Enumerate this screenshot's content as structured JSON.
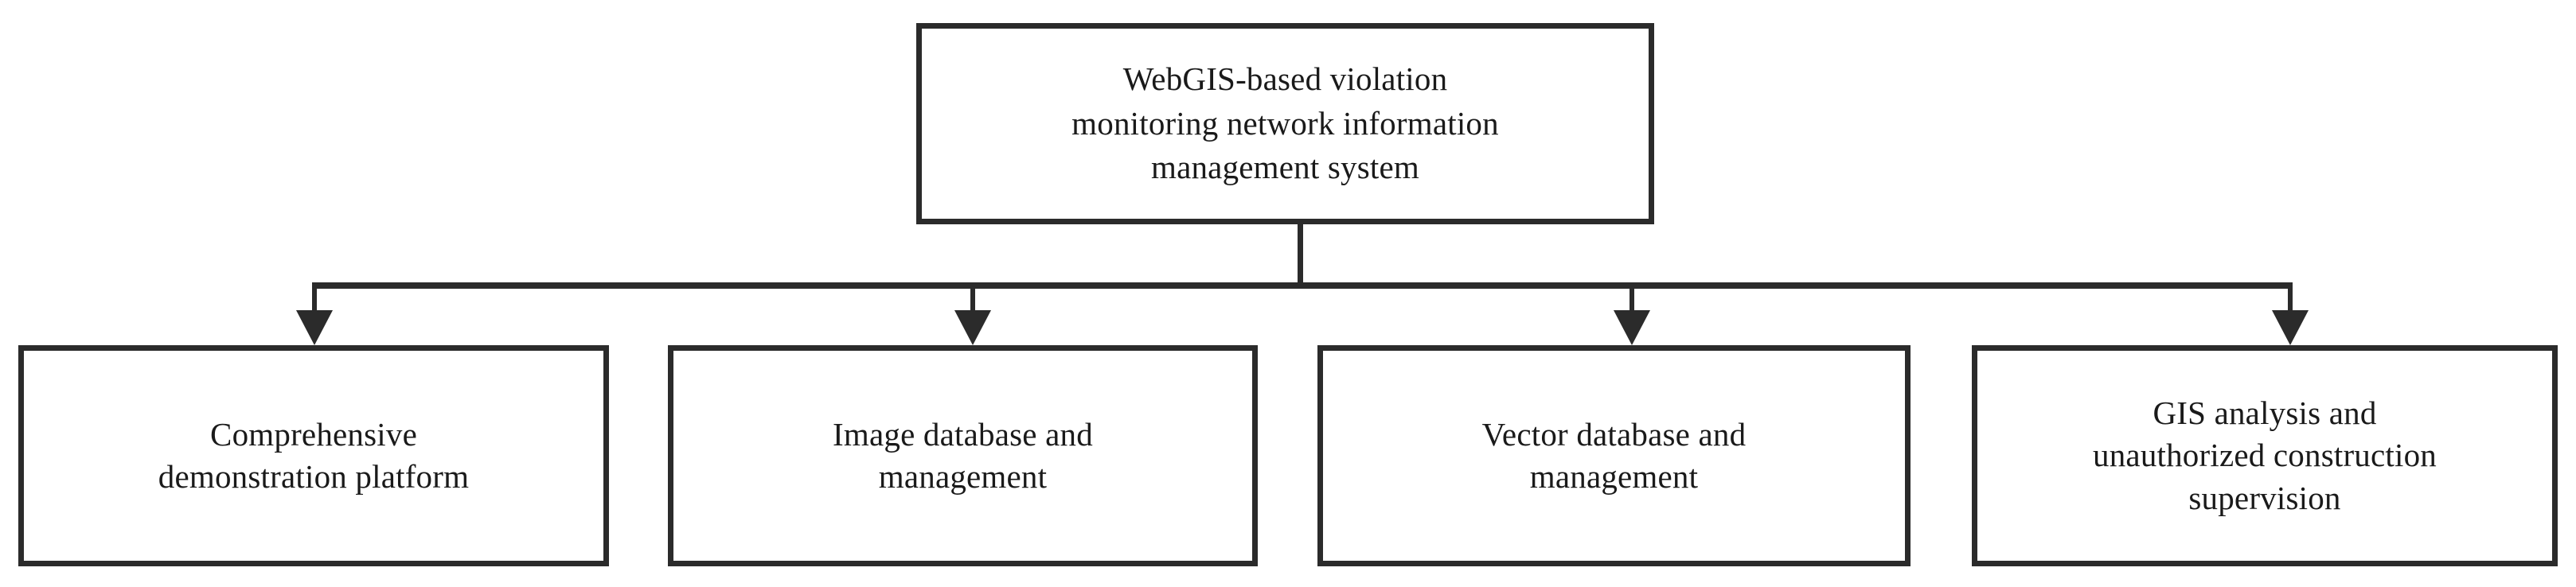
{
  "diagram": {
    "type": "tree-hierarchy",
    "orientation": "top-down",
    "root": {
      "id": "root",
      "label": "WebGIS-based violation\nmonitoring network information\nmanagement system"
    },
    "children": [
      {
        "id": "leaf-0",
        "label": "Comprehensive\ndemonstration platform"
      },
      {
        "id": "leaf-1",
        "label": "Image database and\nmanagement"
      },
      {
        "id": "leaf-2",
        "label": "Vector database and\nmanagement"
      },
      {
        "id": "leaf-3",
        "label": "GIS analysis and\nunauthorized construction\nsupervision"
      }
    ],
    "style": {
      "box_border_color": "#2b2b2b",
      "box_fill_color": "#ffffff",
      "connector_color": "#2b2b2b",
      "text_color": "#1a1a1a",
      "background_color": "#ffffff"
    },
    "connectors": {
      "kind": "orthogonal-bus-with-arrowheads",
      "arrow_count": 4
    }
  }
}
